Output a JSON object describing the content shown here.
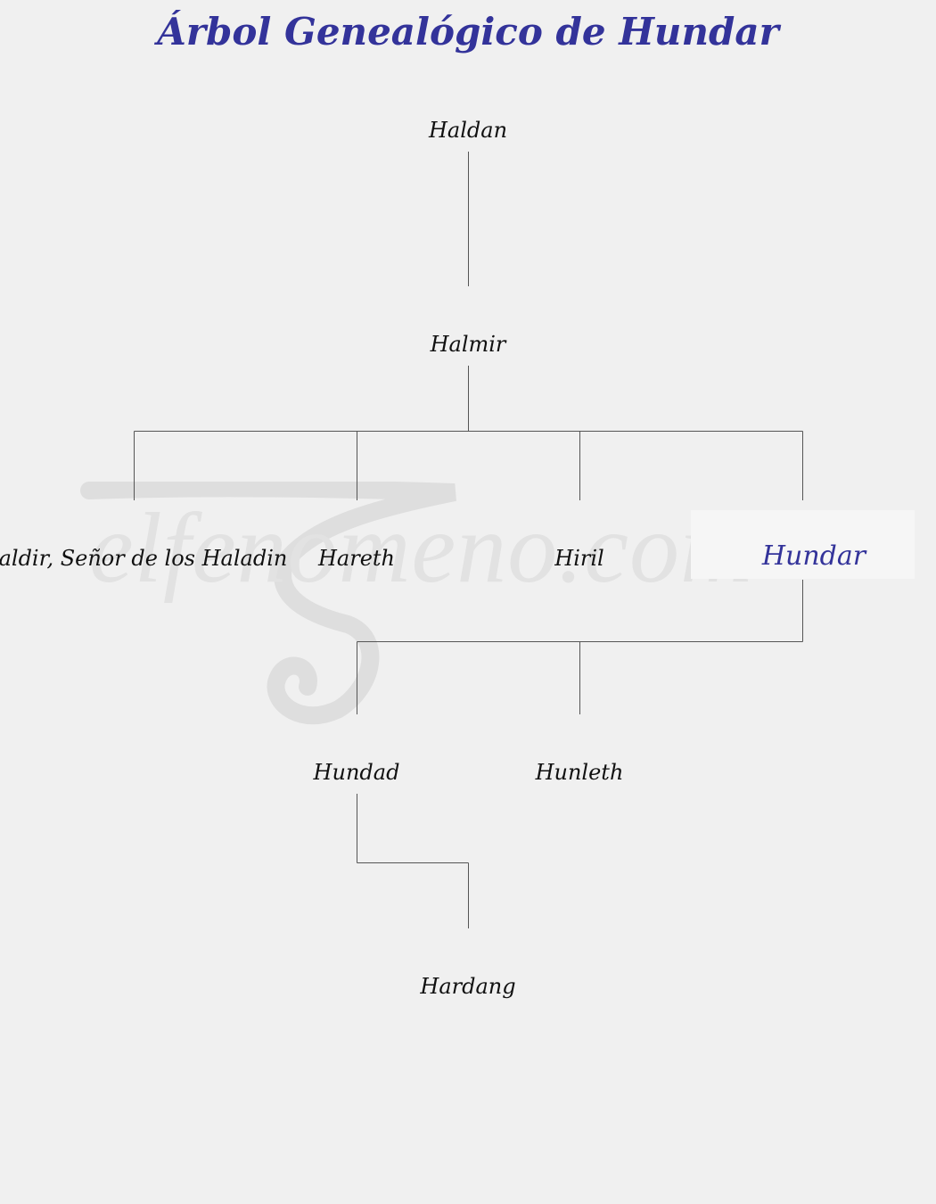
{
  "title": "Árbol Genealógico de Hundar",
  "watermark": "elfenomeno.com",
  "tree": {
    "gen1": [
      "Haldan"
    ],
    "gen2": [
      "Halmir"
    ],
    "gen3": [
      "Haldir, Señor de los Haladin",
      "Hareth",
      "Hiril",
      "Hundar"
    ],
    "gen4": [
      "Hundad",
      "Hunleth"
    ],
    "gen5": [
      "Hardang"
    ]
  },
  "colors": {
    "title": "#33339a",
    "highlight": "#33339a",
    "text": "#111111",
    "lines": "#555555",
    "background": "#f0f0f0"
  }
}
